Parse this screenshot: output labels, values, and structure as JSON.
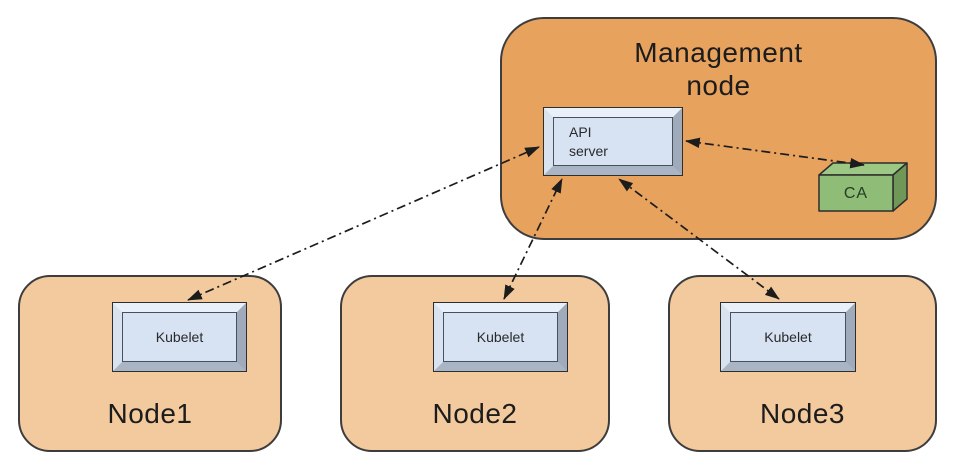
{
  "diagram": {
    "management": {
      "label": "Management node",
      "api_server_label": "API server",
      "ca_label": "CA"
    },
    "nodes": [
      {
        "label": "Node1",
        "component": "Kubelet"
      },
      {
        "label": "Node2",
        "component": "Kubelet"
      },
      {
        "label": "Node3",
        "component": "Kubelet"
      }
    ],
    "connections": [
      {
        "from": "kubelet-node1",
        "to": "api-server",
        "style": "dash-dot",
        "bidirectional": true
      },
      {
        "from": "kubelet-node2",
        "to": "api-server",
        "style": "dash-dot",
        "bidirectional": true
      },
      {
        "from": "kubelet-node3",
        "to": "api-server",
        "style": "dash-dot",
        "bidirectional": true
      },
      {
        "from": "api-server",
        "to": "ca",
        "style": "dash-dot",
        "bidirectional": true
      }
    ],
    "colors": {
      "management_fill": "#E7A25E",
      "node_fill": "#F2CA9D",
      "box_face": "#D7E3F3",
      "ca_fill": "#8FBC77",
      "ca_top": "#9CC884",
      "ca_side": "#6F9758",
      "outline": "#3d3d3d",
      "arrow": "#1c1c1c"
    }
  }
}
